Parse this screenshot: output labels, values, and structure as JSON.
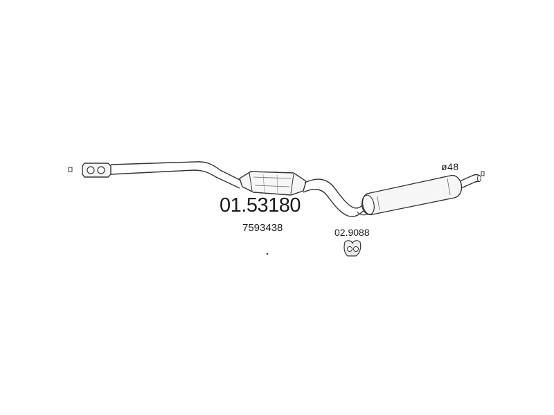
{
  "diagram": {
    "part_number": "01.53180",
    "oem_number": "7593438",
    "bracket_part_number": "02.9088",
    "outlet_diameter": "ø48"
  },
  "colors": {
    "line": "#333333",
    "text": "#1a1a1a",
    "background": "#ffffff"
  }
}
